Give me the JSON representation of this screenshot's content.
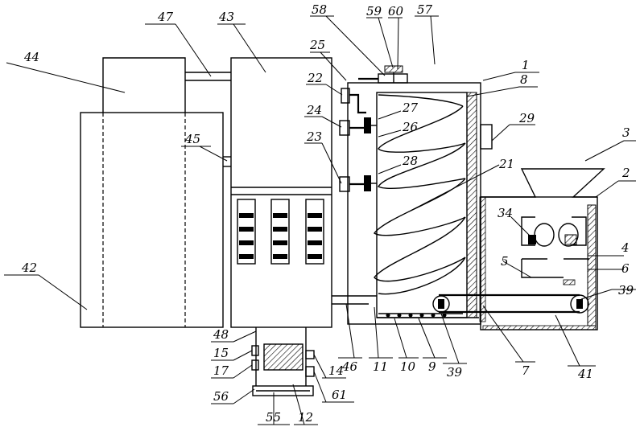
{
  "labels": {
    "l1": "1",
    "l2": "2",
    "l3": "3",
    "l4": "4",
    "l5": "5",
    "l6": "6",
    "l7": "7",
    "l8": "8",
    "l9": "9",
    "l10": "10",
    "l11": "11",
    "l12": "12",
    "l14": "14",
    "l15": "15",
    "l17": "17",
    "l21": "21",
    "l22": "22",
    "l23": "23",
    "l24": "24",
    "l25": "25",
    "l26": "26",
    "l27": "27",
    "l28": "28",
    "l29": "29",
    "l34": "34",
    "l39a": "39",
    "l39b": "39",
    "l41": "41",
    "l42": "42",
    "l43": "43",
    "l44": "44",
    "l45": "45",
    "l46": "46",
    "l47": "47",
    "l48": "48",
    "l55": "55",
    "l56": "56",
    "l57": "57",
    "l58": "58",
    "l59": "59",
    "l60": "60",
    "l61": "61"
  },
  "colors": {
    "line": "#000000",
    "background": "#ffffff"
  }
}
